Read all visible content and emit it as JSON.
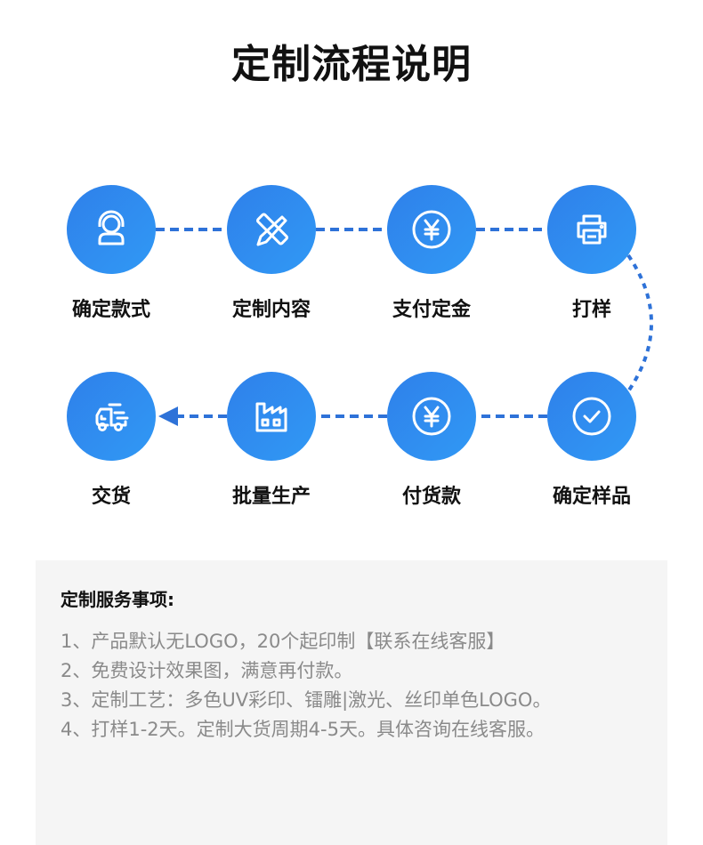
{
  "title": "定制流程说明",
  "colors": {
    "accent": "#2f86ee",
    "connector": "#2e72d8",
    "title_text": "#111111",
    "note_text": "#8a8a8a",
    "note_bg": "#f5f5f5"
  },
  "steps": [
    {
      "label": "确定款式",
      "icon": "customer-service-headset-icon"
    },
    {
      "label": "定制内容",
      "icon": "pencil-ruler-icon"
    },
    {
      "label": "支付定金",
      "icon": "yen-coin-icon"
    },
    {
      "label": "打样",
      "icon": "printer-icon"
    },
    {
      "label": "确定样品",
      "icon": "check-circle-icon"
    },
    {
      "label": "付货款",
      "icon": "yen-coin-icon"
    },
    {
      "label": "批量生产",
      "icon": "factory-icon"
    },
    {
      "label": "交货",
      "icon": "delivery-truck-icon"
    }
  ],
  "notes": {
    "title": "定制服务事项:",
    "items": [
      "1、产品默认无LOGO，20个起印制【联系在线客服】",
      "2、免费设计效果图，满意再付款。",
      "3、定制工艺：多色UV彩印、镭雕|激光、丝印单色LOGO。",
      "4、打样1-2天。定制大货周期4-5天。具体咨询在线客服。"
    ]
  }
}
